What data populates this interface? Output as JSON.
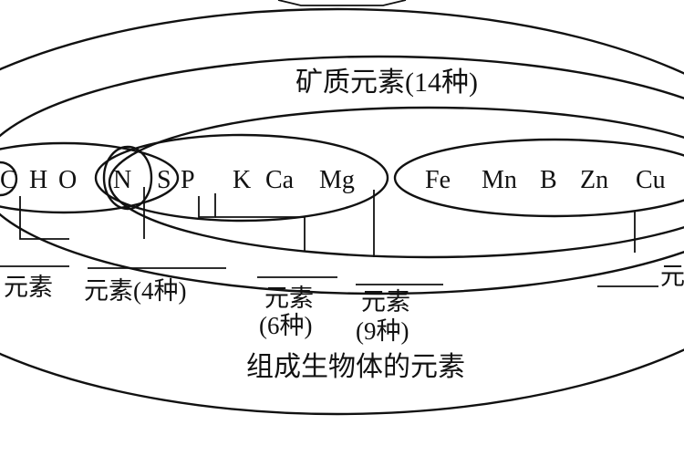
{
  "diagram": {
    "title_outer": "组成生物体的元素",
    "title_mineral": "矿质元素(14种)",
    "elements": {
      "c": "C",
      "h": "H",
      "o": "O",
      "n": "N",
      "s": "S",
      "p": "P",
      "k": "K",
      "ca": "Ca",
      "mg": "Mg",
      "fe": "Fe",
      "mn": "Mn",
      "b": "B",
      "zn": "Zn",
      "cu": "Cu"
    },
    "labels": {
      "basic": "元素",
      "main": "元素(4种)",
      "six_name": "元素",
      "six_count": "(6种)",
      "macro_name": "元素",
      "macro_count": "(9种)",
      "micro": "元"
    }
  }
}
